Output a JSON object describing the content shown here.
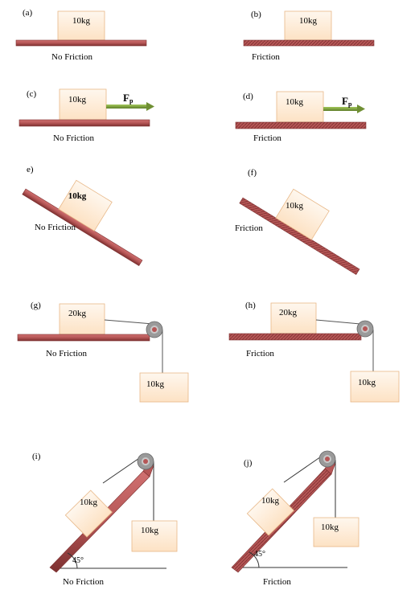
{
  "colors": {
    "block_top": "#fef7ee",
    "block_bottom": "#fde2c4",
    "block_stroke": "#e8b888",
    "rail_fill": "#b55656",
    "rail_dark": "#7d3030",
    "arrow_fill": "#7a9d3a",
    "pulley_outer": "#9a9a9a",
    "pulley_inner": "#b55656"
  },
  "panels": {
    "a": {
      "label": "(a)",
      "mass": "10kg",
      "surface": "No Friction"
    },
    "b": {
      "label": "(b)",
      "mass": "10kg",
      "surface": "Friction"
    },
    "c": {
      "label": "(c)",
      "mass": "10kg",
      "force": "F",
      "force_sub": "p",
      "surface": "No Friction"
    },
    "d": {
      "label": "(d)",
      "mass": "10kg",
      "force": "F",
      "force_sub": "p",
      "surface": "Friction"
    },
    "e": {
      "label": "e)",
      "mass": "10kg",
      "surface": "No Friction"
    },
    "f": {
      "label": "(f)",
      "mass": "10kg",
      "surface": "Friction"
    },
    "g": {
      "label": "(g)",
      "mass_table": "20kg",
      "mass_hanging": "10kg",
      "surface": "No Friction"
    },
    "h": {
      "label": "(h)",
      "mass_table": "20kg",
      "mass_hanging": "10kg",
      "surface": "Friction"
    },
    "i": {
      "label": "(i)",
      "mass_incline": "10kg",
      "mass_hanging": "10kg",
      "angle": "45°",
      "surface": "No Friction"
    },
    "j": {
      "label": "(j)",
      "mass_incline": "10kg",
      "mass_hanging": "10kg",
      "angle": "45°",
      "surface": "Friction"
    }
  }
}
